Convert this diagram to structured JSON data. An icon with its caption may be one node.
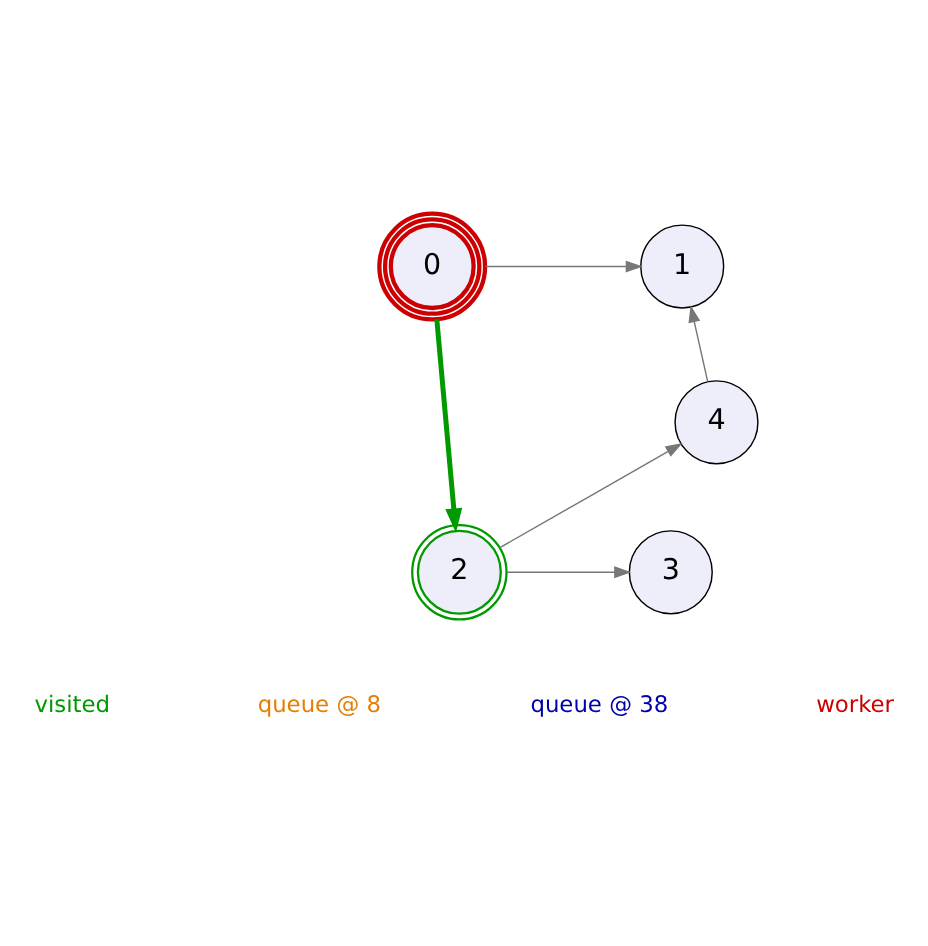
{
  "diagram": {
    "nodes": [
      {
        "text": [
          "0"
        ]
      },
      {
        "text": [
          "1"
        ]
      },
      {
        "text": [
          "4"
        ]
      },
      {
        "text": [
          "2"
        ]
      },
      {
        "text": [
          "3"
        ]
      }
    ],
    "edges": [
      {
        "from": 0,
        "to": 1,
        "arrow": "to"
      },
      {
        "from": 0,
        "to": 3,
        "arrow": "to",
        "style": "thick",
        "color": "#009900"
      },
      {
        "from": 2,
        "to": 1,
        "arrow": "to"
      },
      {
        "from": 3,
        "to": 2,
        "arrow": "to"
      },
      {
        "from": 3,
        "to": 4,
        "arrow": "to"
      }
    ],
    "legend": [
      {
        "text": "visited",
        "color": "#009900"
      },
      {
        "text": "queue @ 8",
        "color": "#e67e00"
      },
      {
        "text": "queue @ 38",
        "color": "#0000aa"
      },
      {
        "text": "worker",
        "color": "#cc0000"
      }
    ]
  }
}
